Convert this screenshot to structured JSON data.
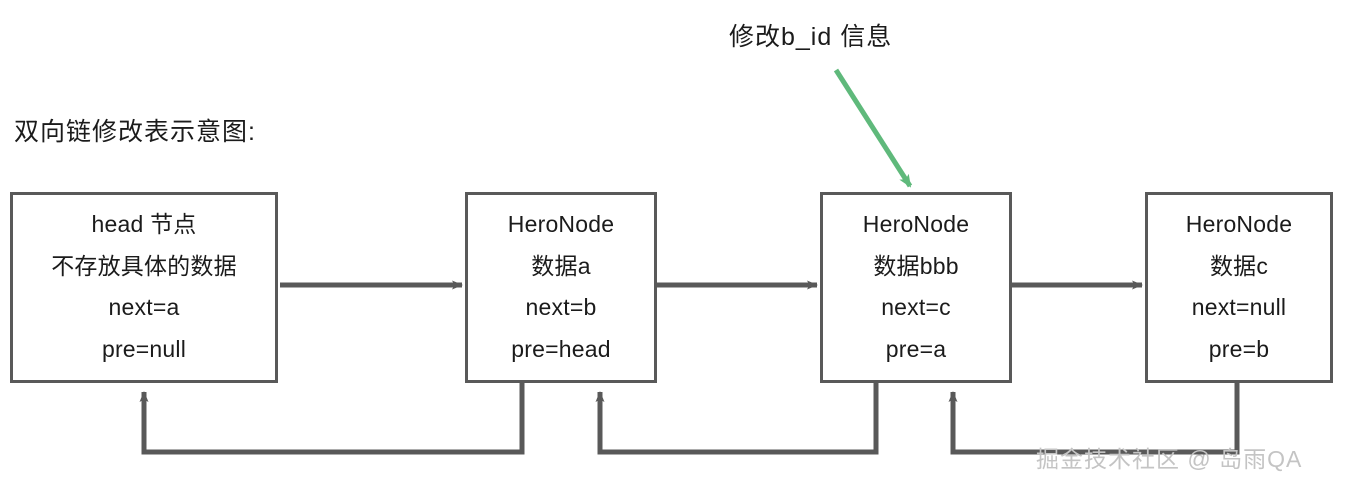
{
  "diagram": {
    "title": "双向链修改表示意图:",
    "annotation": {
      "label": "修改b_id 信息",
      "arrow_color": "#5fb97b",
      "icon": "green-arrow-icon"
    },
    "watermark": "掘金技术社区 @ 岛雨QA",
    "colors": {
      "stroke": "#595959",
      "background": "#ffffff",
      "text": "#1b1b1b",
      "accent_green": "#5fb97b",
      "watermark": "#c4c4c4"
    },
    "nodes": [
      {
        "id": "head",
        "lines": [
          "head 节点",
          "不存放具体的数据",
          "next=a",
          "pre=null"
        ]
      },
      {
        "id": "node-a",
        "lines": [
          "HeroNode",
          "数据a",
          "next=b",
          "pre=head"
        ]
      },
      {
        "id": "node-b",
        "lines": [
          "HeroNode",
          "数据bbb",
          "next=c",
          "pre=a"
        ]
      },
      {
        "id": "node-c",
        "lines": [
          "HeroNode",
          "数据c",
          "next=null",
          "pre=b"
        ]
      }
    ],
    "edges": {
      "forward": [
        "head->node-a",
        "node-a->node-b",
        "node-b->node-c"
      ],
      "backward": [
        "node-a->head",
        "node-b->node-a",
        "node-c->node-b"
      ]
    }
  }
}
